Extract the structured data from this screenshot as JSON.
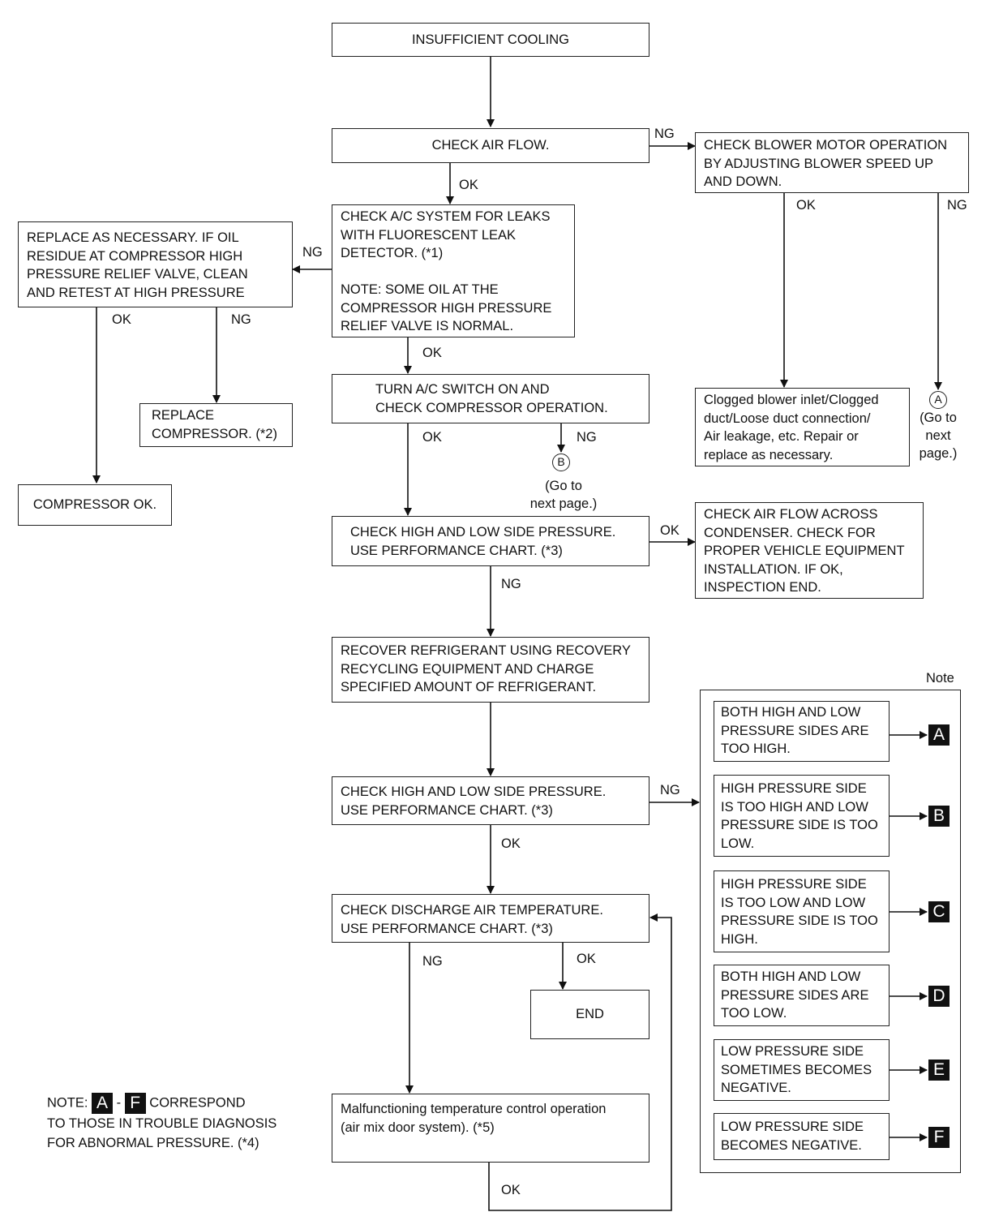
{
  "nodes": {
    "insufficient_cooling": "INSUFFICIENT COOLING",
    "check_air_flow": "CHECK AIR FLOW.",
    "check_blower": "CHECK BLOWER MOTOR OPERATION\nBY ADJUSTING BLOWER SPEED UP\nAND DOWN.",
    "check_leaks": "CHECK A/C SYSTEM FOR LEAKS\nWITH FLUORESCENT LEAK\nDETECTOR. (*1)\n\nNOTE: SOME OIL AT THE\nCOMPRESSOR HIGH PRESSURE\nRELIEF VALVE IS NORMAL.",
    "replace_as_necessary": "REPLACE AS NECESSARY. IF OIL\nRESIDUE AT COMPRESSOR HIGH\nPRESSURE RELIEF VALVE, CLEAN\nAND RETEST AT HIGH PRESSURE",
    "turn_ac_on": "TURN A/C SWITCH ON AND\nCHECK COMPRESSOR OPERATION.",
    "replace_compressor": "REPLACE\nCOMPRESSOR. (*2)",
    "compressor_ok": "COMPRESSOR OK.",
    "clogged_blower": "Clogged blower inlet/Clogged\nduct/Loose duct connection/\nAir leakage, etc. Repair or\nreplace as necessary.",
    "check_pressure_1": "CHECK HIGH AND LOW SIDE PRESSURE.\nUSE PERFORMANCE CHART. (*3)",
    "check_condenser": "CHECK AIR FLOW ACROSS\nCONDENSER. CHECK FOR\nPROPER VEHICLE EQUIPMENT\nINSTALLATION. IF OK,\nINSPECTION END.",
    "recover_refrigerant": "RECOVER REFRIGERANT USING RECOVERY\nRECYCLING EQUIPMENT AND CHARGE\nSPECIFIED AMOUNT OF REFRIGERANT.",
    "check_pressure_2": "CHECK HIGH AND LOW SIDE PRESSURE.\nUSE PERFORMANCE CHART. (*3)",
    "check_discharge": "CHECK DISCHARGE AIR TEMPERATURE.\nUSE PERFORMANCE CHART. (*3)",
    "end": "END",
    "malfunctioning": "Malfunctioning temperature control operation\n(air mix door system). (*5)"
  },
  "edge_labels": {
    "ng": "NG",
    "ok": "OK"
  },
  "connectors": {
    "a_letter": "A",
    "a_caption": "(Go to\nnext\npage.)",
    "b_letter": "B",
    "b_caption": "(Go to\nnext page.)"
  },
  "note_panel": {
    "title": "Note",
    "items": [
      {
        "text": "BOTH HIGH AND LOW\nPRESSURE SIDES ARE\nTOO HIGH.",
        "code": "A"
      },
      {
        "text": "HIGH PRESSURE SIDE\nIS TOO HIGH AND LOW\nPRESSURE SIDE IS TOO\nLOW.",
        "code": "B"
      },
      {
        "text": "HIGH PRESSURE SIDE\nIS TOO LOW AND LOW\nPRESSURE SIDE IS TOO\nHIGH.",
        "code": "C"
      },
      {
        "text": "BOTH HIGH AND LOW\nPRESSURE SIDES ARE\nTOO LOW.",
        "code": "D"
      },
      {
        "text": "LOW PRESSURE SIDE\nSOMETIMES BECOMES\nNEGATIVE.",
        "code": "E"
      },
      {
        "text": "LOW PRESSURE SIDE\nBECOMES NEGATIVE.",
        "code": "F"
      }
    ]
  },
  "bottom_note": {
    "prefix": "NOTE:",
    "from_code": "A",
    "dash": "-",
    "to_code": "F",
    "line1_rest": "CORRESPOND",
    "line2": "TO THOSE IN TROUBLE DIAGNOSIS",
    "line3": "FOR ABNORMAL PRESSURE. (*4)"
  }
}
